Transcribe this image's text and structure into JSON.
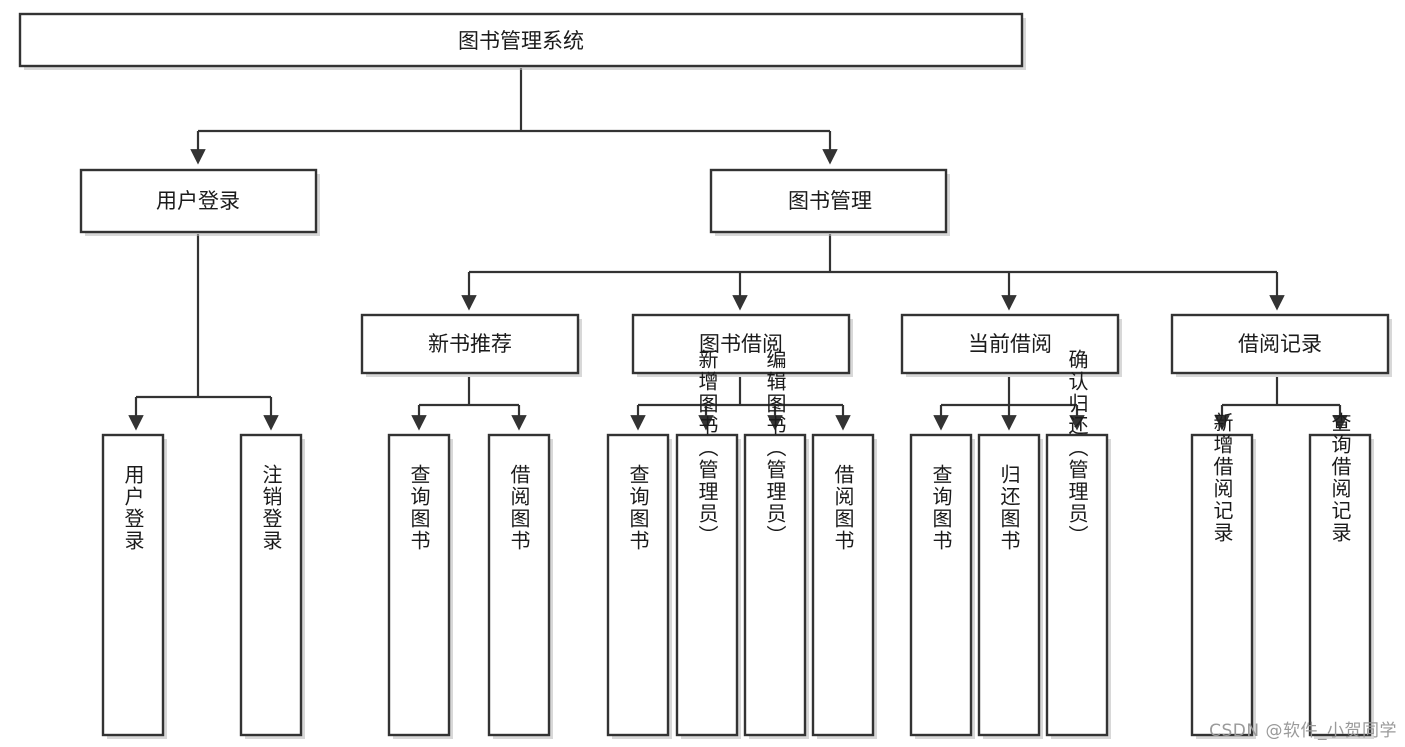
{
  "diagram": {
    "type": "tree-hierarchy-chart",
    "title_node": {
      "id": "root",
      "label": "图书管理系统"
    },
    "colors": {
      "box_fill": "#ffffff",
      "box_stroke": "#333333",
      "edge": "#333333",
      "text": "#1b1b1b",
      "watermark": "#9a9a9a",
      "background": "#ffffff"
    },
    "levels": {
      "level1": [
        {
          "id": "root",
          "label": "图书管理系统"
        }
      ],
      "level2": [
        {
          "id": "user-login",
          "label": "用户登录",
          "parent": "root"
        },
        {
          "id": "book-management",
          "label": "图书管理",
          "parent": "root"
        }
      ],
      "level3": [
        {
          "id": "new-book-recommend",
          "label": "新书推荐",
          "parent": "book-management"
        },
        {
          "id": "book-borrow",
          "label": "图书借阅",
          "parent": "book-management"
        },
        {
          "id": "current-borrow",
          "label": "当前借阅",
          "parent": "book-management"
        },
        {
          "id": "borrow-record",
          "label": "借阅记录",
          "parent": "book-management"
        }
      ],
      "leaves": [
        {
          "id": "leaf-user-login",
          "label": "用户登录",
          "parent": "user-login"
        },
        {
          "id": "leaf-logout",
          "label": "注销登录",
          "parent": "user-login"
        },
        {
          "id": "leaf-query-book-1",
          "label": "查询图书",
          "parent": "new-book-recommend"
        },
        {
          "id": "leaf-borrow-book-1",
          "label": "借阅图书",
          "parent": "new-book-recommend"
        },
        {
          "id": "leaf-query-book-2",
          "label": "查询图书",
          "parent": "book-borrow"
        },
        {
          "id": "leaf-add-book",
          "label": "新增图书（管理员）",
          "parent": "book-borrow"
        },
        {
          "id": "leaf-edit-book",
          "label": "编辑图书（管理员）",
          "parent": "book-borrow"
        },
        {
          "id": "leaf-borrow-book-2",
          "label": "借阅图书",
          "parent": "book-borrow"
        },
        {
          "id": "leaf-query-book-3",
          "label": "查询图书",
          "parent": "current-borrow"
        },
        {
          "id": "leaf-return-book",
          "label": "归还图书",
          "parent": "current-borrow"
        },
        {
          "id": "leaf-confirm-return",
          "label": "确认归还（管理员）",
          "parent": "current-borrow"
        },
        {
          "id": "leaf-add-record",
          "label": "新增借阅记录",
          "parent": "borrow-record"
        },
        {
          "id": "leaf-query-record",
          "label": "查询借阅记录",
          "parent": "borrow-record"
        }
      ]
    }
  },
  "watermark": {
    "text": "CSDN @软件_小贺同学"
  }
}
